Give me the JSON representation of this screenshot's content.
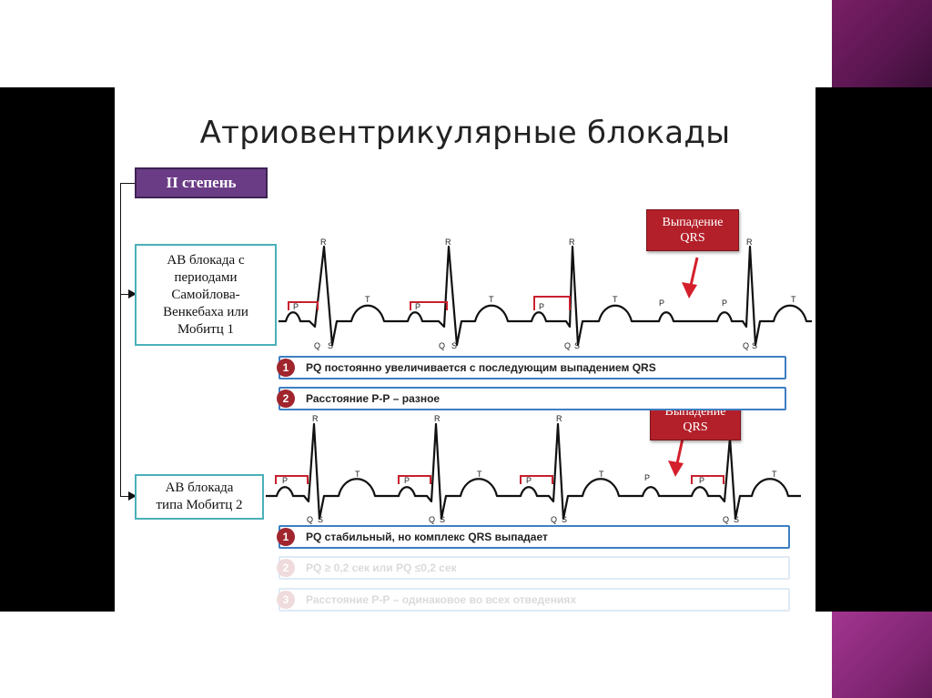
{
  "slide": {
    "title": "Атриовентрикулярные блокады",
    "degree_label": "II степень"
  },
  "colors": {
    "accent_purple": "#6b3c86",
    "box_border_teal": "#4bb0b8",
    "callout_red": "#b3202a",
    "fact_border_blue": "#3d7fc2",
    "p_marker_red": "#c8202e",
    "slide_accent_magenta": "#7a1f66"
  },
  "section1": {
    "type_label_lines": [
      "АВ блокада с",
      "периодами",
      "Самойлова-",
      "Венкебаха или",
      "Мобитц 1"
    ],
    "callout_lines": [
      "Выпадение",
      "QRS"
    ],
    "facts": [
      {
        "num": "1",
        "text": "PQ постоянно увеличивается с последующим выпадением QRS"
      },
      {
        "num": "2",
        "text": "Расстояние Р-Р – разное"
      }
    ]
  },
  "section2": {
    "type_label_lines": [
      "АВ блокада",
      "типа Мобитц 2"
    ],
    "callout_lines": [
      "Выпадение",
      "QRS"
    ],
    "facts": [
      {
        "num": "1",
        "text": "PQ стабильный, но комплекс QRS выпадает"
      },
      {
        "num": "2",
        "text": "PQ ≥ 0,2 сек или PQ ≤0,2 сек"
      },
      {
        "num": "3",
        "text": "Расстояние Р-Р – одинаковое во всех отведениях"
      }
    ]
  },
  "wave_labels": {
    "p": "P",
    "q": "Q",
    "r": "R",
    "s": "S",
    "t": "T"
  }
}
